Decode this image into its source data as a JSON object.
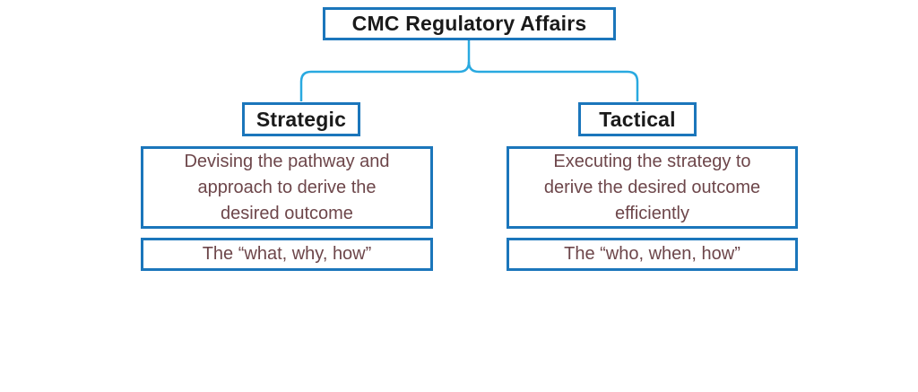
{
  "diagram": {
    "root_label": "CMC Regulatory Affairs",
    "branches": [
      {
        "title": "Strategic",
        "description": "Devising the pathway and\napproach to derive the\ndesired outcome",
        "summary": "The “what, why, how”"
      },
      {
        "title": "Tactical",
        "description": "Executing the strategy to\nderive the desired outcome\nefficiently",
        "summary": "The “who, when, how”"
      }
    ]
  },
  "colors": {
    "box_border": "#1b76bb",
    "connector": "#29a9e0",
    "heading_text": "#1a1a1a",
    "body_text": "#6d464a",
    "background": "#ffffff"
  }
}
